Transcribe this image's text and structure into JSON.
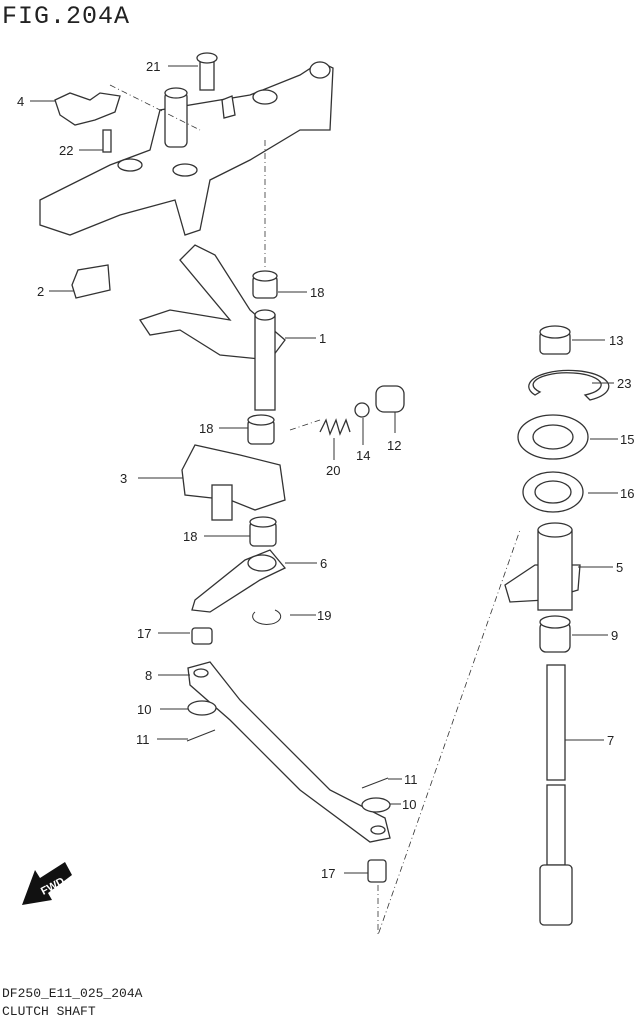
{
  "figure_title": "FIG.204A",
  "diagram_code": "DF250_E11_025_204A",
  "diagram_subtitle": "CLUTCH SHAFT",
  "fwd_label": "FWD",
  "callouts": [
    "21",
    "4",
    "22",
    "2",
    "18",
    "1",
    "13",
    "23",
    "15",
    "18",
    "12",
    "14",
    "20",
    "3",
    "16",
    "18",
    "6",
    "5",
    "19",
    "17",
    "9",
    "8",
    "10",
    "11",
    "7",
    "11",
    "10",
    "17"
  ]
}
